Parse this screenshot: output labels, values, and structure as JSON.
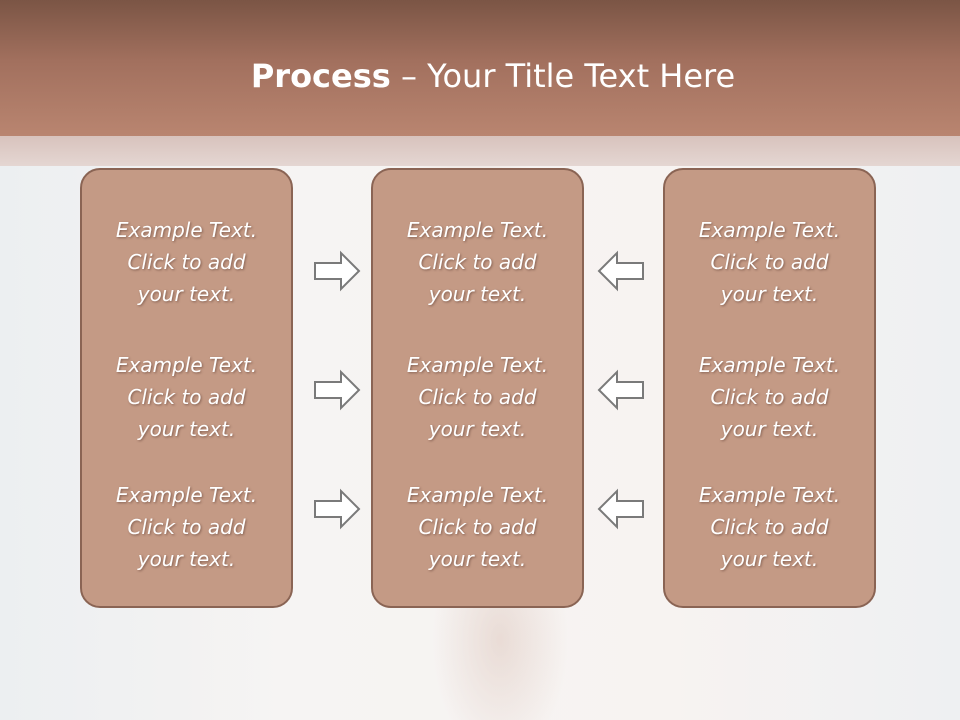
{
  "slide": {
    "title_bold": "Process",
    "title_rest": " – Your Title Text Here"
  },
  "columns": [
    {
      "blocks": [
        {
          "line1": "Example Text.",
          "line2": "Click  to add",
          "line3": "your text."
        },
        {
          "line1": "Example Text.",
          "line2": "Click  to add",
          "line3": "your text."
        },
        {
          "line1": "Example Text.",
          "line2": "Click  to add",
          "line3": "your text."
        }
      ]
    },
    {
      "blocks": [
        {
          "line1": "Example Text.",
          "line2": "Click  to add",
          "line3": "your text."
        },
        {
          "line1": "Example Text.",
          "line2": "Click  to add",
          "line3": "your text."
        },
        {
          "line1": "Example Text.",
          "line2": "Click  to add",
          "line3": "your text."
        }
      ]
    },
    {
      "blocks": [
        {
          "line1": "Example Text.",
          "line2": "Click  to add",
          "line3": "your text."
        },
        {
          "line1": "Example Text.",
          "line2": "Click  to add",
          "line3": "your text."
        },
        {
          "line1": "Example Text.",
          "line2": "Click  to add",
          "line3": "your text."
        }
      ]
    }
  ],
  "arrows": {
    "left_group": "arrow-right-outline",
    "right_group": "arrow-left-outline"
  },
  "colors": {
    "header": "#a2705e",
    "box_fill": "#c49a85",
    "box_border": "#8a6454",
    "arrow_stroke": "#7a7a7a"
  }
}
